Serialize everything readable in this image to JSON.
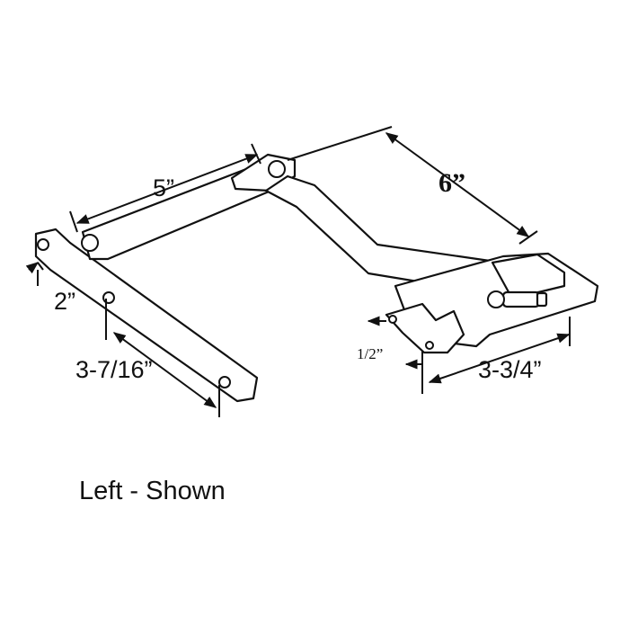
{
  "dimensions": {
    "arm_length": "5”",
    "arm_reach": "6”",
    "end_offset": "2”",
    "hole_spacing": "3-7/16”",
    "base_offset": "1/2”",
    "base_hole_spacing": "3-3/4”"
  },
  "caption": "Left - Shown",
  "colors": {
    "line": "#111111",
    "background": "#ffffff"
  }
}
